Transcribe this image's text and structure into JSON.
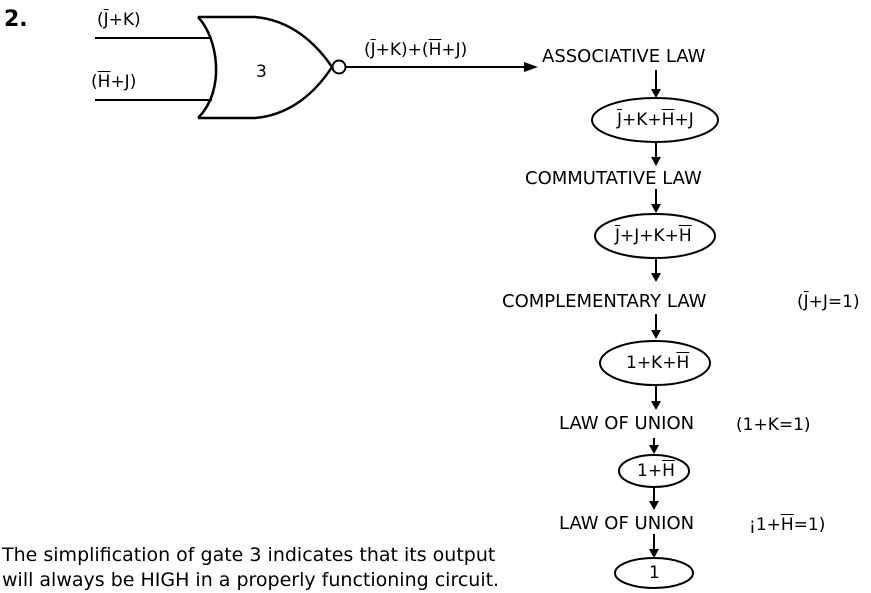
{
  "problem_number": "2.",
  "gate": {
    "label": "3",
    "input_a": {
      "pre": "(",
      "bar": "J",
      "post": "+K)"
    },
    "input_b": {
      "pre": "(",
      "bar": "H",
      "post": "+J)"
    },
    "output": {
      "p1": "(",
      "b1": "J",
      "p2": "+K)+(",
      "b2": "H",
      "p3": "+J)"
    }
  },
  "steps": [
    {
      "law": "ASSOCIATIVE LAW"
    },
    {
      "law": "COMMUTATIVE LAW"
    },
    {
      "law": "COMPLEMENTARY LAW",
      "note": {
        "pre": "(",
        "bar": "J",
        "post": "+J=1)"
      }
    },
    {
      "law": "LAW OF UNION",
      "note": {
        "text": "(1+K=1)"
      }
    },
    {
      "law": "LAW OF UNION",
      "note": {
        "pre": "¡1+",
        "bar": "H",
        "post": "=1)"
      }
    }
  ],
  "results": [
    {
      "b1": "J",
      "t1": "+K+",
      "b2": "H",
      "t2": "+J"
    },
    {
      "b1": "J",
      "t1": "+J+K+",
      "b2": "H"
    },
    {
      "t0": "1+K+",
      "b2": "H"
    },
    {
      "t0": "1+",
      "b2": "H"
    },
    {
      "t0": "1"
    }
  ],
  "conclusion": [
    "The simplification of gate 3 indicates that its output",
    "will always be HIGH in a properly functioning circuit."
  ]
}
